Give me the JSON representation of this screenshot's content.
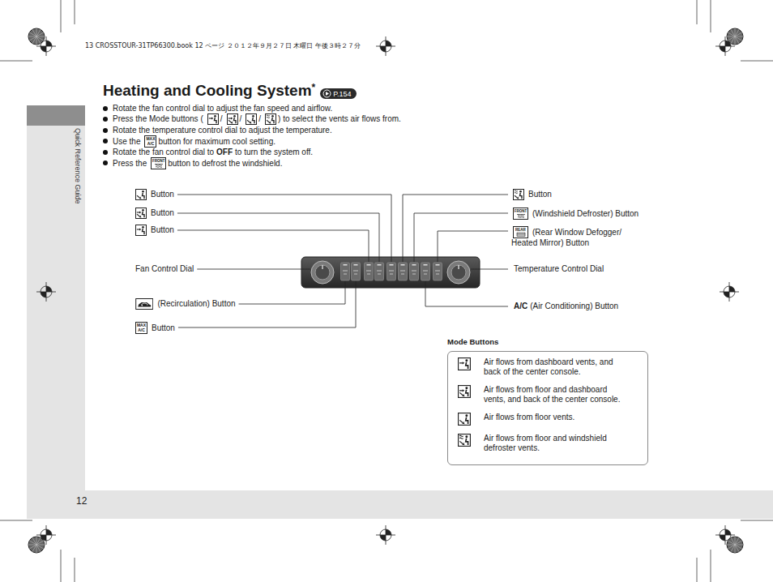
{
  "diagram": {
    "title": "Heating and Cooling System",
    "nodes": [
      {
        "text": [
          "P.154"
        ]
      },
      {
        "text": [
          "Mode Buttons",
          "Air flows from dashboard vents, and back of the center console.",
          "Air flows from floor and dashboard vents, and back of the center console.",
          "Air flows from floor vents.",
          "Air flows from floor and windshield defroster vents."
        ]
      }
    ],
    "labels": [
      "13 CROSSTOUR-31TP66300.book 12 ページ ２０１２年９月２７日 木曜日 午後３時２７分",
      "Quick Reference Guide",
      "*",
      "Rotate the fan control dial to adjust the fan speed and airflow.",
      "Press the Mode buttons (",
      "/",
      "/",
      "/",
      ") to select the vents air flows from.",
      "Rotate the temperature control dial to adjust the temperature.",
      "Use the",
      "MAX A/C",
      "button for maximum cool setting.",
      "Rotate the fan control dial to",
      "OFF",
      "to turn the system off.",
      "Press the",
      "FRONT",
      "button to defrost the windshield.",
      "Button",
      "Button",
      "Button",
      "Fan Control Dial",
      "(Recirculation) Button",
      "MAX A/C",
      "Button",
      "Button",
      "FRONT",
      "(Windshield Defroster) Button",
      "REAR",
      "(Rear Window Defogger/ Heated Mirror) Button",
      "Temperature Control Dial",
      "A/C",
      "(Air Conditioning) Button",
      "12"
    ]
  }
}
